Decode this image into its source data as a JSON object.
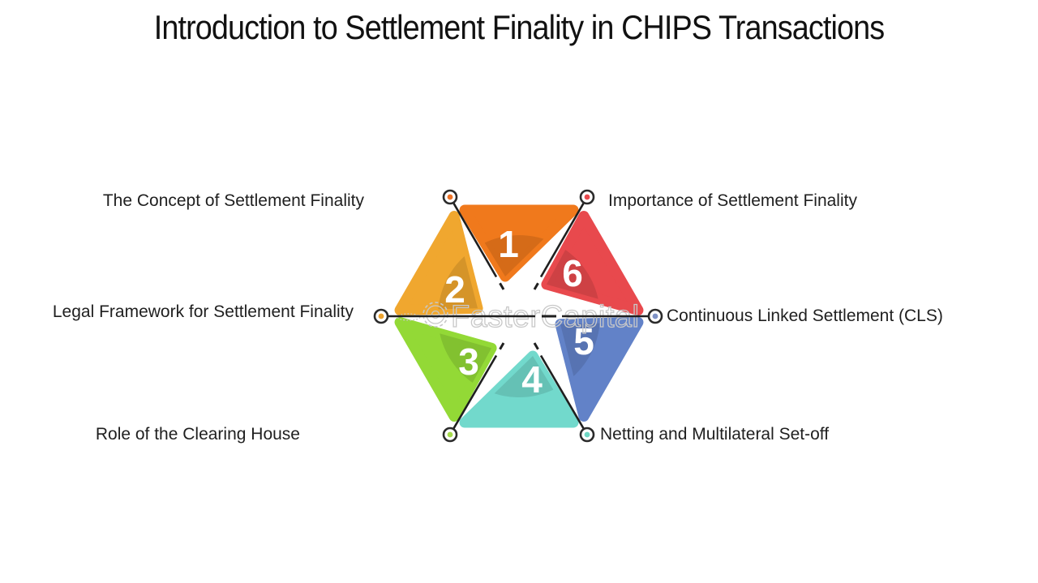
{
  "title": "Introduction to Settlement Finality in CHIPS Transactions",
  "watermark": {
    "text": "FasterCapital",
    "outline_color": "#c8c8c8"
  },
  "diagram": {
    "center_hole": "six-point-star",
    "line_color": "#1f1f1f",
    "triangles": [
      {
        "number": "1",
        "color": "#F0791C",
        "position": "top"
      },
      {
        "number": "6",
        "color": "#E8494D",
        "position": "upper-right"
      },
      {
        "number": "5",
        "color": "#6282C8",
        "position": "lower-right"
      },
      {
        "number": "4",
        "color": "#72D9CC",
        "position": "bottom"
      },
      {
        "number": "3",
        "color": "#93D936",
        "position": "lower-left"
      },
      {
        "number": "2",
        "color": "#F0A72F",
        "position": "upper-left"
      }
    ],
    "labels": [
      {
        "text": "The Concept of Settlement Finality",
        "position": "top-left",
        "dot_color": "#ED7327"
      },
      {
        "text": "Importance of Settlement Finality",
        "position": "top-right",
        "dot_color": "#E8494D"
      },
      {
        "text": "Legal Framework for Settlement Finality",
        "position": "middle-left",
        "dot_color": "#EDA32F"
      },
      {
        "text": "Continuous Linked Settlement (CLS)",
        "position": "middle-right",
        "dot_color": "#7E92C6"
      },
      {
        "text": "Role of the Clearing House",
        "position": "bottom-left",
        "dot_color": "#A6DB4B"
      },
      {
        "text": "Netting and Multilateral Set-off",
        "position": "bottom-right",
        "dot_color": "#6ED6C3"
      }
    ]
  }
}
